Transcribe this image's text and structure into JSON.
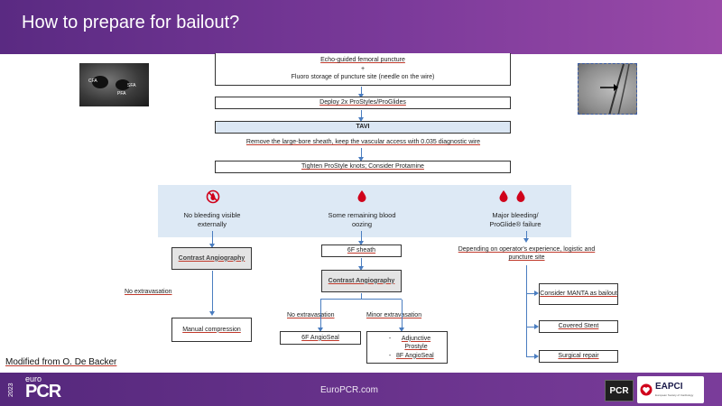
{
  "header": {
    "title": "How to prepare for bailout?"
  },
  "ultrasound": {
    "labels": [
      "CFA",
      "SFA",
      "PFA"
    ]
  },
  "steps": {
    "s1_line1": "Echo-guided femoral puncture",
    "s1_plus": "+",
    "s1_line2": "Fluoro storage of puncture site (needle on the wire)",
    "s2": "Deploy 2x ProStyles/ProGlides",
    "s3": "TAVI",
    "s4": "Remove the large-bore sheath, keep the vascular access with  0.035 diagnostic  wire",
    "s5": "Tighten ProStyle knots; Consider Protamine"
  },
  "scenarios": {
    "left": "No bleeding visible externally",
    "middle": "Some remaining blood oozing",
    "right": "Major bleeding/ ProGlide® failure"
  },
  "left_branch": {
    "angio": "Contrast Angiography",
    "no_extra": "No extravasation",
    "manual": "Manual compression"
  },
  "middle_branch": {
    "sheath": "6F sheath",
    "angio": "Contrast Angiography",
    "no_extra": "No extravasation",
    "minor_extra": "Minor extravasation",
    "angioseal": "6F AngioSeal",
    "adj_dash": "-",
    "adj": "Adjunctive Prostyle",
    "eight_dash": "-",
    "eight": "8F AngioSeal"
  },
  "right_branch": {
    "depending": "Depending on operator's experience, logistic and puncture site",
    "manta": "Consider MANTA as bailout",
    "stent": "Covered Stent",
    "surgical": "Surgical repair"
  },
  "credit": "Modified from O. De Backer",
  "footer": {
    "year": "2023",
    "euro": "euro",
    "pcr": "PCR",
    "url": "EuroPCR.com",
    "pcr_logo": "PCR",
    "eapci": "EAPCI",
    "eapci_sub": "European Society of Cardiology"
  },
  "colors": {
    "header": "#6a3190",
    "blood": "#d0021b",
    "arrow": "#4a7dc0",
    "band": "#dde9f5"
  },
  "icons": [
    "no-blood-icon",
    "blood-drop-icon",
    "heart-icon",
    "arrow-icon"
  ]
}
